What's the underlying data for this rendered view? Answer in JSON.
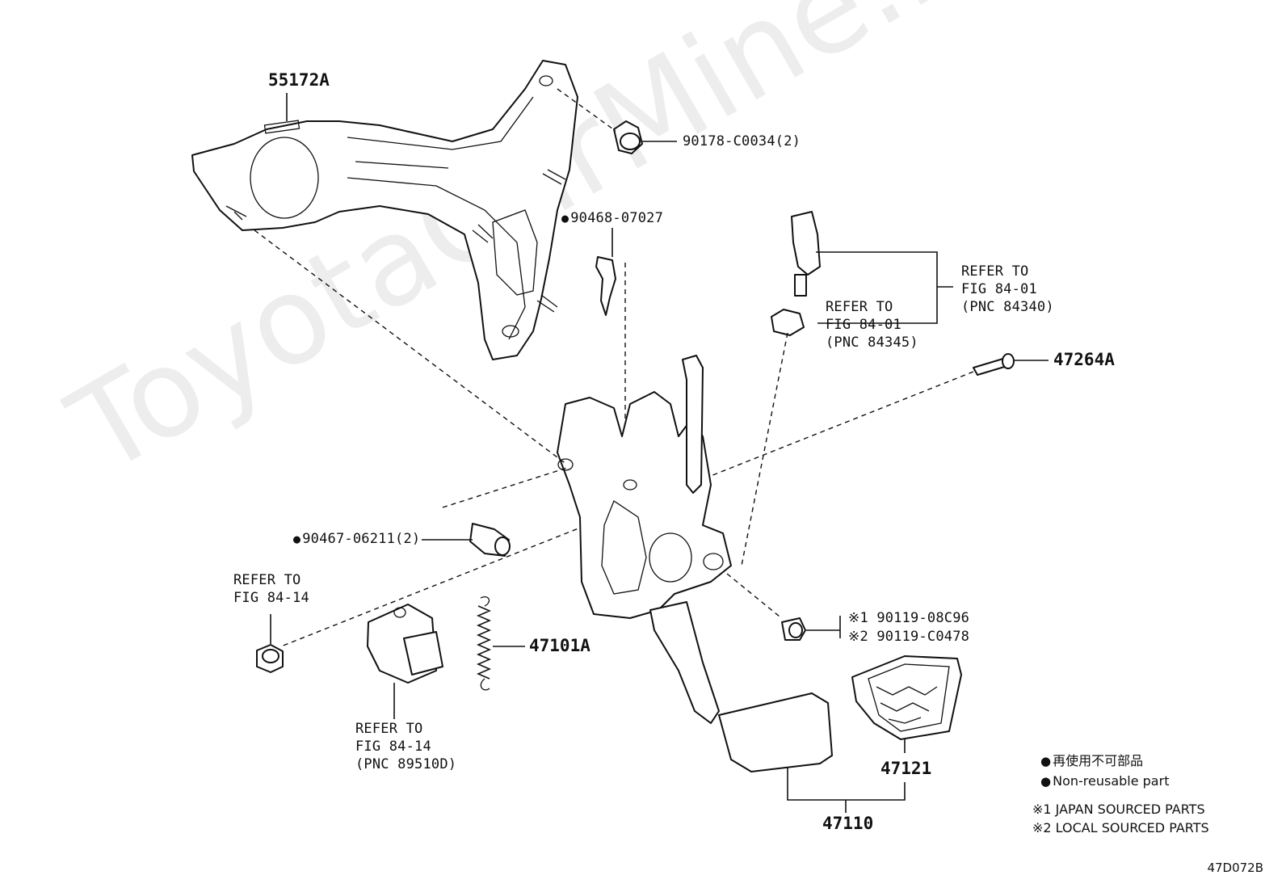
{
  "watermark": "ToyotaCarMine.ru",
  "diagram_code": "47D072B",
  "labels": {
    "p55172A": "55172A",
    "p90178": "90178-C0034(2)",
    "p90468": "90468-07027",
    "p47264A": "47264A",
    "p90467": "90467-06211(2)",
    "p47101A": "47101A",
    "p9011908": "※1 90119-08C96",
    "p90119C0": "※2 90119-C0478",
    "p47121": "47121",
    "p47110": "47110"
  },
  "refs": {
    "r84340": [
      "REFER TO",
      "FIG 84-01",
      "(PNC 84340)"
    ],
    "r84345": [
      "REFER TO",
      "FIG 84-01",
      "(PNC 84345)"
    ],
    "r8414a": [
      "REFER TO",
      "FIG 84-14"
    ],
    "r89510": [
      "REFER TO",
      "FIG 84-14",
      "(PNC 89510D)"
    ]
  },
  "legend": {
    "non_reusable_jp": "再使用不可部品",
    "non_reusable_en": "Non-reusable part",
    "japan_sourced": "※1 JAPAN SOURCED PARTS",
    "local_sourced": "※2 LOCAL SOURCED PARTS"
  }
}
